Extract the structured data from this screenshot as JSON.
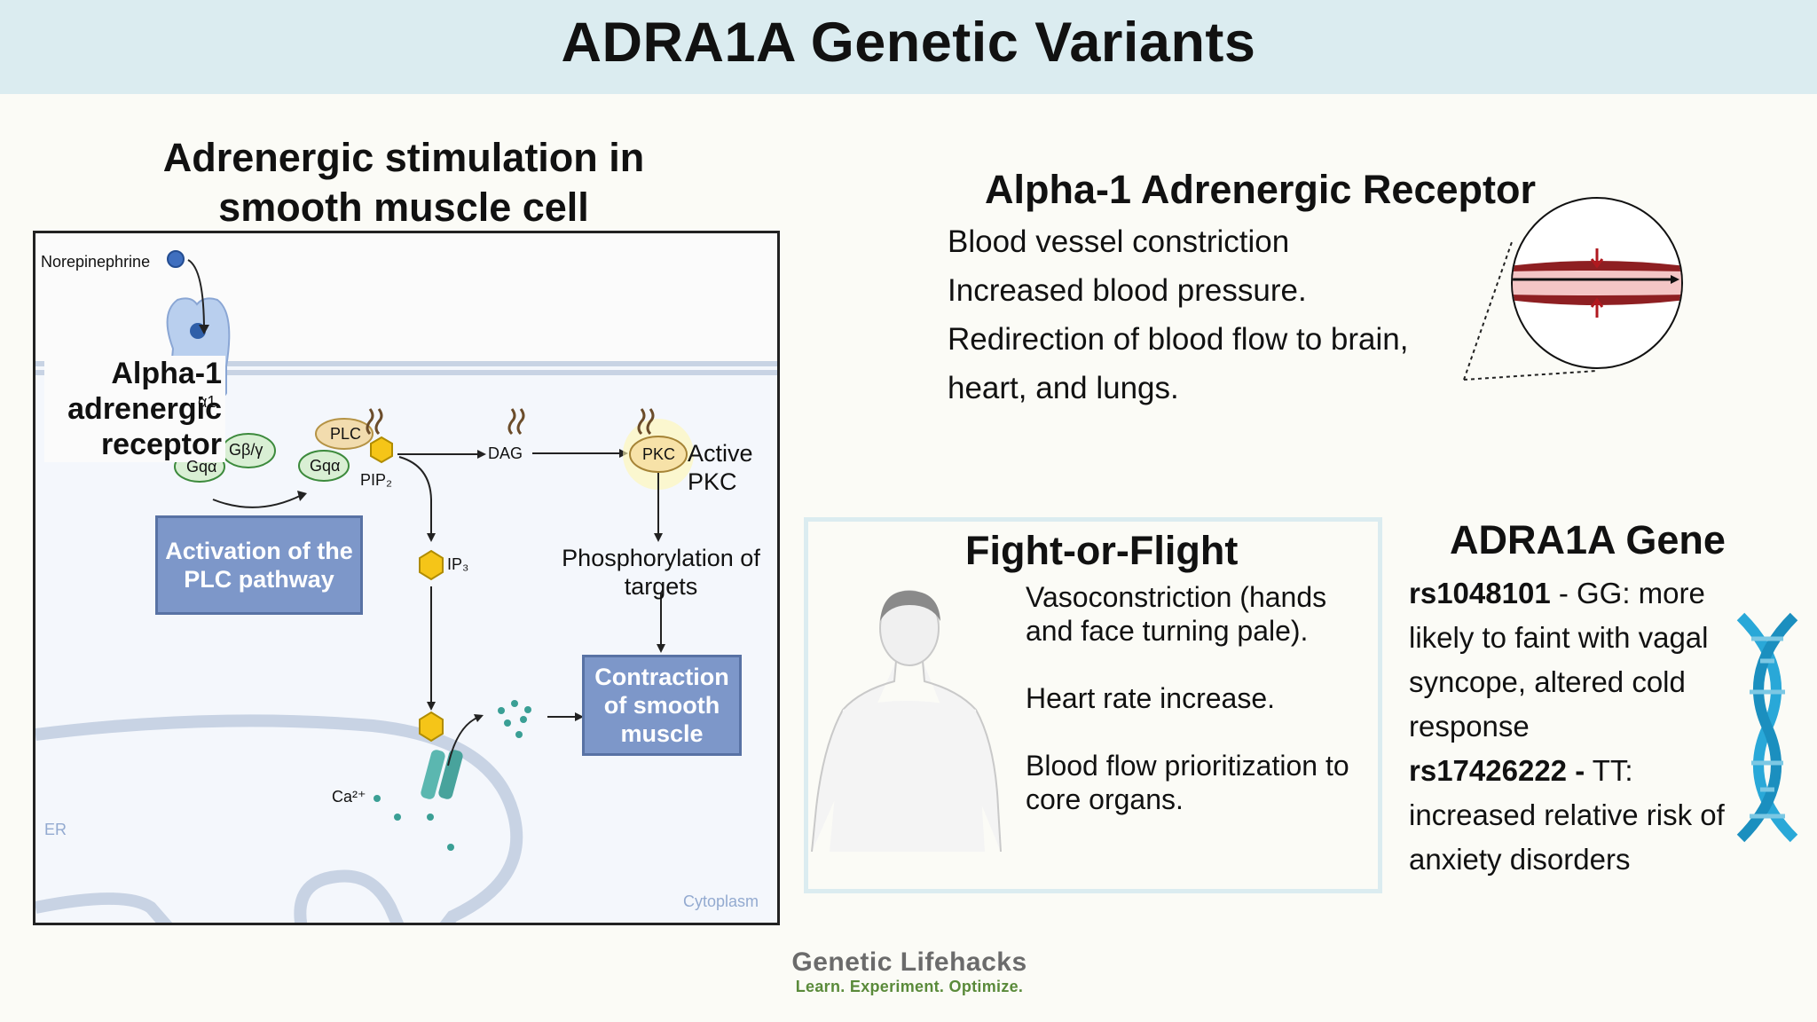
{
  "header": {
    "title": "ADRA1A Genetic Variants"
  },
  "diagram": {
    "title": "Adrenergic stimulation in smooth muscle cell",
    "norepinephrine": "Norepinephrine",
    "receptor_label": "Alpha-1 adrenergic receptor",
    "alpha1": "α1",
    "gbg": "Gβ/γ",
    "gqa": "Gqα",
    "gqa2": "Gqα",
    "plc": "PLC",
    "pip2": "PIP₂",
    "dag": "DAG",
    "pkc": "PKC",
    "active_pkc": "Active PKC",
    "ip3": "IP₃",
    "phosphorylation": "Phosphorylation of targets",
    "activation_box": "Activation of the PLC pathway",
    "contraction_box": "Contraction of smooth muscle",
    "ca": "Ca²⁺",
    "er": "ER",
    "cytoplasm": "Cytoplasm"
  },
  "alpha_receptor": {
    "title": "Alpha-1 Adrenergic Receptor",
    "items": [
      "Blood vessel constriction",
      "Increased blood pressure.",
      "Redirection of blood flow to brain,",
      "heart, and lungs."
    ]
  },
  "fight_or_flight": {
    "title": "Fight-or-Flight",
    "item1": "Vasoconstriction (hands and face turning pale).",
    "item2": "Heart rate increase.",
    "item3": "Blood flow prioritization to core organs."
  },
  "gene": {
    "title": "ADRA1A Gene",
    "rs1": "rs1048101",
    "rs1_text": " - GG: more likely to faint with vagal syncope, altered cold response",
    "rs2": "rs17426222 -",
    "rs2_text": " TT: increased relative risk of anxiety disorders"
  },
  "brand": {
    "name": "Genetic Lifehacks",
    "tagline": "Learn. Experiment. Optimize."
  },
  "colors": {
    "banner": "#dbecf0",
    "box": "#7d97c9",
    "dna": "#29a8d8"
  }
}
